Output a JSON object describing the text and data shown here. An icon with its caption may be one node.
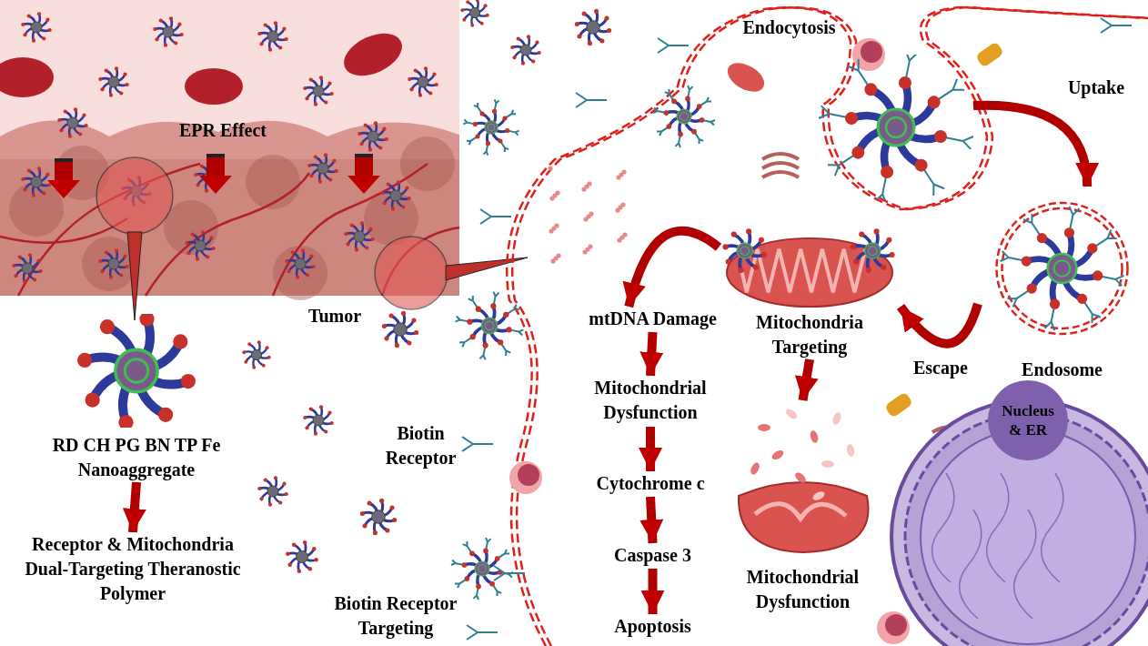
{
  "diagram": {
    "nodes": [
      {
        "text": [
          "EPR Effect"
        ]
      },
      {
        "text": [
          "Tumor"
        ]
      },
      {
        "text": [
          "RD CH PG BN TP Fe Nanoaggregate"
        ]
      },
      {
        "text": [
          "Receptor & Mitochondria Dual-Targeting Theranostic Polymer"
        ]
      },
      {
        "text": [
          "Biotin Receptor"
        ]
      },
      {
        "text": [
          "Biotin Receptor Targeting"
        ]
      },
      {
        "text": [
          "Endocytosis"
        ]
      },
      {
        "text": [],
        "shape": "picture"
      },
      {
        "text": [
          "Endosome"
        ]
      },
      {
        "text": [
          "Mitochondria Targeting"
        ]
      },
      {
        "text": [
          "mtDNA Damage"
        ]
      },
      {
        "text": [
          "Mitochondrial Dysfunction"
        ]
      },
      {
        "text": [
          "Cytochrome c"
        ]
      },
      {
        "text": [
          "Caspase 3"
        ]
      },
      {
        "text": [
          "Apoptosis"
        ]
      },
      {
        "text": [
          "Mitochondrial Dysfunction"
        ]
      },
      {
        "text": [
          "Nucleus & ER"
        ]
      }
    ],
    "edges": [
      {
        "from": 2,
        "to": 3,
        "arrow": "to"
      },
      {
        "from": 7,
        "to": 8,
        "arrow": "to",
        "label": "Uptake"
      },
      {
        "from": 8,
        "to": 9,
        "arrow": "to",
        "label": "Escape"
      },
      {
        "from": 9,
        "to": 10,
        "arrow": "to"
      },
      {
        "from": 10,
        "to": 11,
        "arrow": "to"
      },
      {
        "from": 11,
        "to": 12,
        "arrow": "to"
      },
      {
        "from": 12,
        "to": 13,
        "arrow": "to"
      },
      {
        "from": 13,
        "to": 14,
        "arrow": "to"
      },
      {
        "from": 9,
        "to": 15,
        "arrow": "to"
      }
    ]
  }
}
